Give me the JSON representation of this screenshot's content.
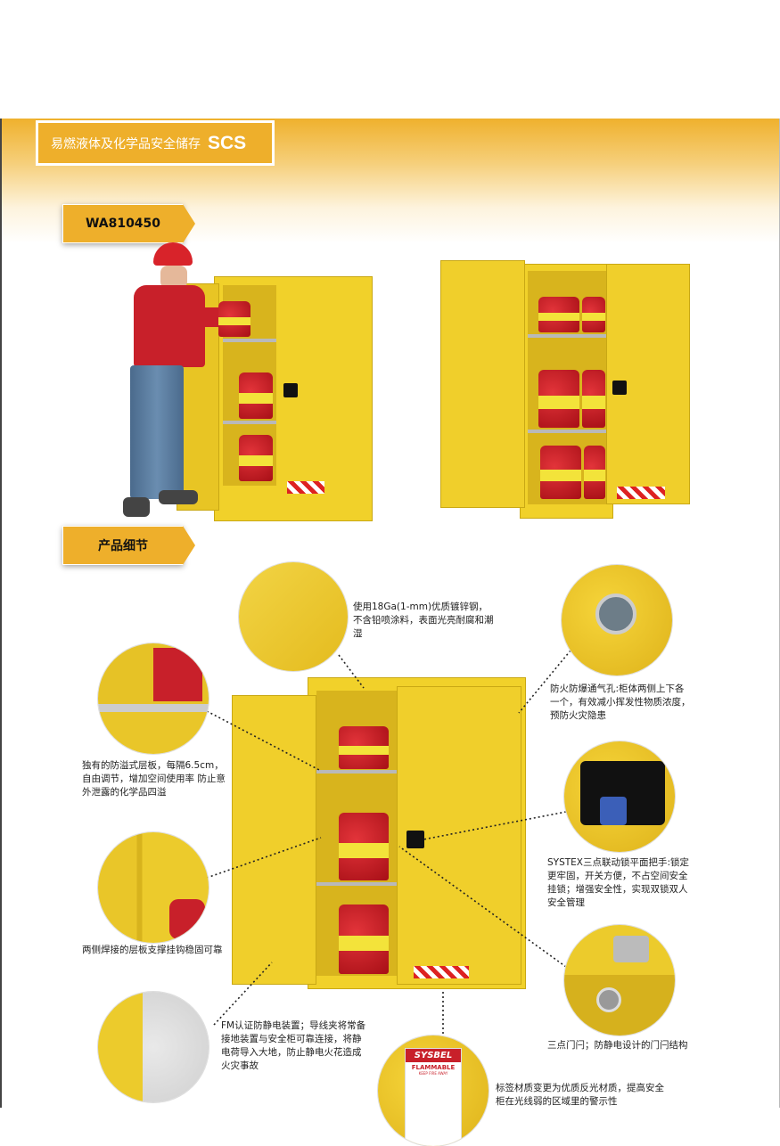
{
  "header": {
    "title": "易燃液体及化学品安全储存",
    "brand": "SCS"
  },
  "model_tag": "WA810450",
  "details_tag": "产品细节",
  "callouts": [
    "使用18Ga(1-mm)优质镀锌钢，不含铅喷涂料，表面光亮耐腐和潮湿",
    "防火防爆通气孔:柜体两侧上下各一个，有效减小挥发性物质浓度，预防火灾隐患",
    "独有的防溢式层板，每隔6.5cm，自由调节，增加空间使用率 防止意外泄露的化学品四溢",
    "SYSTEX三点联动锁平面把手:锁定更牢固，开关方便，不占空间安全挂锁；增强安全性，实现双锁双人安全管理",
    "两侧焊接的层板支撑挂钩稳固可靠",
    "三点门闩；防静电设计的门闩结构",
    "FM认证防静电装置；导线夹将常备接地装置与安全柜可靠连接，将静电荷导入大地，防止静电火花造成火灾事故",
    "标签材质变更为优质反光材质，提高安全柜在光线弱的区域里的警示性"
  ],
  "label": {
    "brand": "SYSBEL",
    "warning": "FLAMMABLE",
    "sub": "KEEP FIRE AWAY"
  },
  "colors": {
    "accent": "#eeaf2b",
    "cabinet": "#f1d12a",
    "can": "#c81a22"
  }
}
